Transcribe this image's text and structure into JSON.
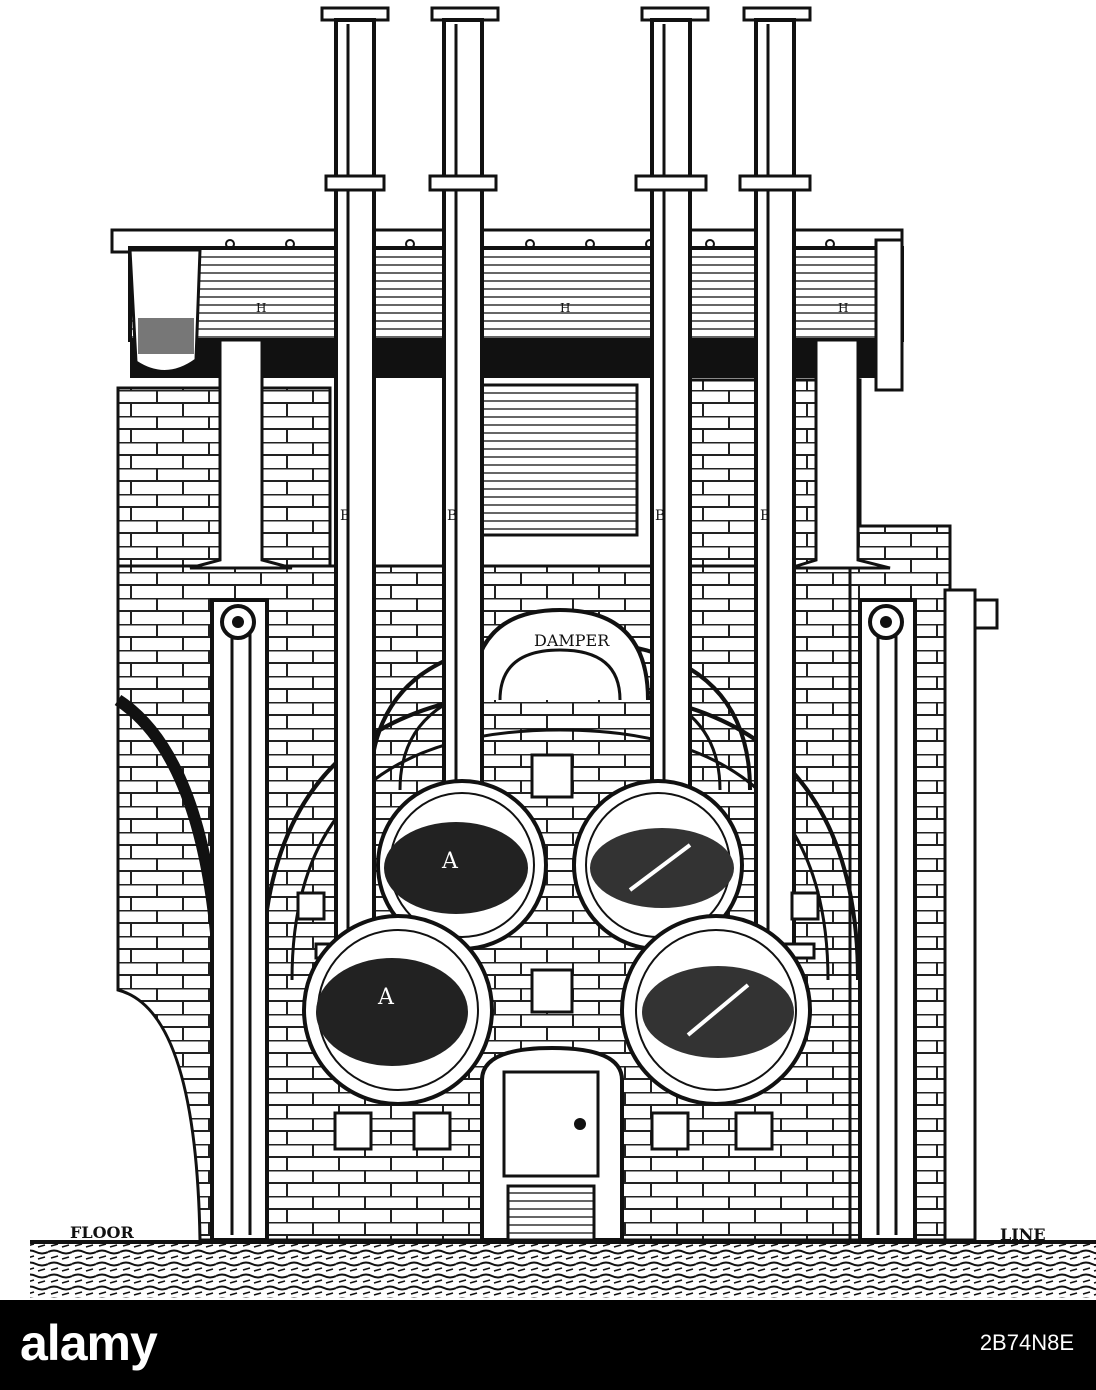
{
  "figure": {
    "labels": {
      "damper": "DAMPER",
      "floor": "FLOOR",
      "line": "LINE",
      "boiler_a": "A",
      "pipe_b": "B",
      "header_h": "H"
    }
  },
  "watermark": {
    "brand": "alamy",
    "image_id": "2B74N8E"
  },
  "colors": {
    "ink": "#111111",
    "paper": "#ffffff",
    "footer": "#000000"
  }
}
